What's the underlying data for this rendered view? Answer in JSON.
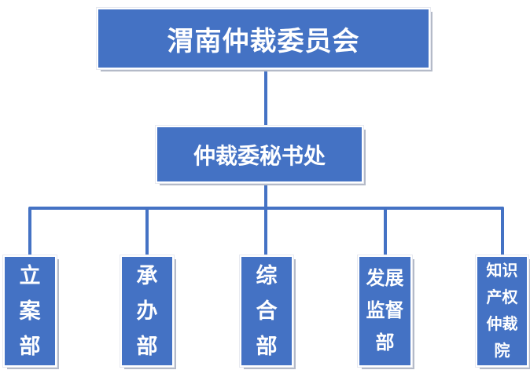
{
  "org": {
    "title": "渭南仲裁委员会",
    "root": {
      "label": "渭南仲裁委员会",
      "display": "渭南仲裁委员会"
    },
    "secretariat": {
      "label": "仲裁委秘书处",
      "display": "仲裁委秘书处"
    },
    "departments": [
      {
        "label": "立案部",
        "display": "立\n案\n部"
      },
      {
        "label": "承办部",
        "display": "承\n办\n部"
      },
      {
        "label": "综合部",
        "display": "综\n合\n部"
      },
      {
        "label": "发展监督部",
        "display": "发展\n监督\n部"
      },
      {
        "label": "知识产权仲裁院",
        "display": "知识\n产权\n仲裁\n院"
      }
    ],
    "colors": {
      "box_fill": "#4472C4",
      "box_border": "#FFFFFF",
      "shadow": "#B4BAC8",
      "connector": "#4472C4",
      "text": "#FFFFFF",
      "background": "#FFFFFF"
    }
  }
}
